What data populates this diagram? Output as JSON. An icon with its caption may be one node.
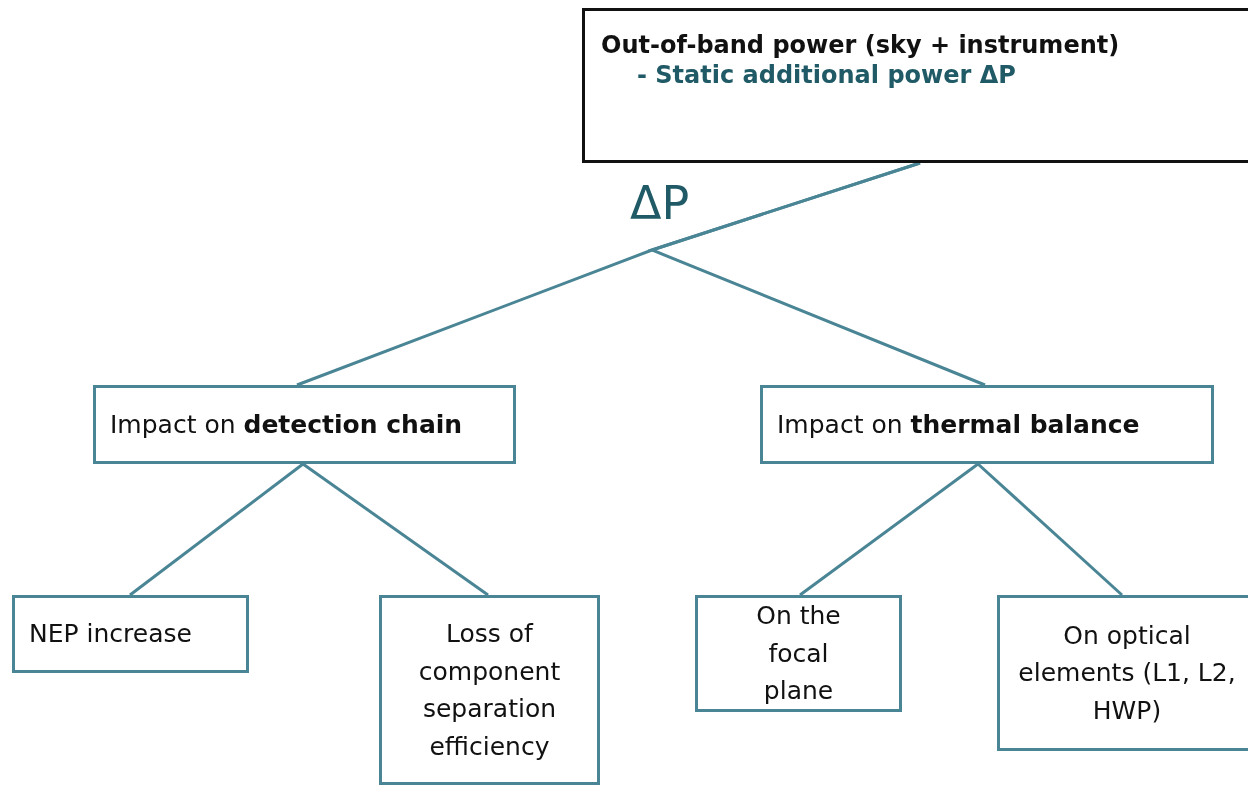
{
  "diagram": {
    "nodes": [
      {
        "text": [
          "Out-of-band power (sky + instrument)",
          "- Static additional power ΔP"
        ]
      },
      {
        "text": [
          "Impact on **detection chain**"
        ]
      },
      {
        "text": [
          "Impact on **thermal balance**"
        ]
      },
      {
        "text": [
          "NEP increase"
        ]
      },
      {
        "text": [
          "Loss of component separation efficiency"
        ]
      },
      {
        "text": [
          "On the focal plane"
        ]
      },
      {
        "text": [
          "On optical elements (L1, L2, HWP)"
        ]
      }
    ],
    "edges": [
      {
        "from": 0,
        "to": 1,
        "arrow": "none",
        "label": "ΔP"
      },
      {
        "from": 0,
        "to": 2,
        "arrow": "none"
      },
      {
        "from": 1,
        "to": 3,
        "arrow": "none"
      },
      {
        "from": 1,
        "to": 4,
        "arrow": "none"
      },
      {
        "from": 2,
        "to": 5,
        "arrow": "none"
      },
      {
        "from": 2,
        "to": 6,
        "arrow": "none"
      }
    ]
  }
}
